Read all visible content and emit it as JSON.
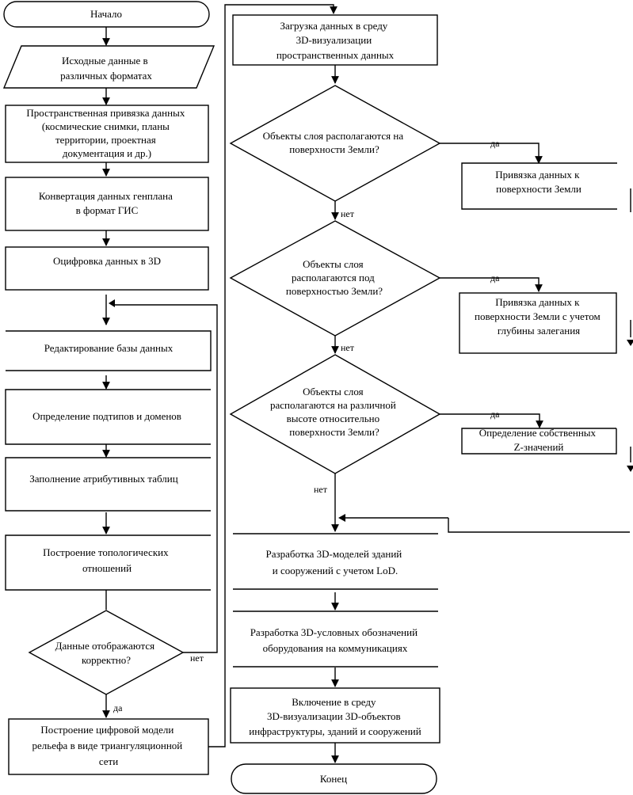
{
  "steps": {
    "start": "Начало",
    "input": [
      "Исходные данные в",
      "различных форматах"
    ],
    "georef": [
      "Пространственная привязка данных",
      "(космические снимки, планы",
      "территории, проектная",
      "документация и др.)"
    ],
    "convert": [
      "Конвертация данных генплана",
      "в формат ГИС"
    ],
    "digitize": "Оцифровка данных в 3D",
    "edit_db": "Редактирование базы данных",
    "subtypes": "Определение подтипов и доменов",
    "attributes": "Заполнение атрибутивных таблиц",
    "topology": [
      "Построение  топологических",
      "отношений"
    ],
    "check": [
      "Данные отображаются",
      "корректно?"
    ],
    "dem": [
      "Построение цифровой модели",
      "рельефа в виде триангуляционной",
      "сети"
    ],
    "load": [
      "Загрузка данных в среду",
      "3D-визуализации",
      "пространственных данных"
    ],
    "q_surface": [
      "Объекты слоя располагаются  на",
      "поверхности Земли?"
    ],
    "bind_surface": [
      "Привязка данных к",
      "поверхности Земли"
    ],
    "q_under": [
      "Объекты слоя",
      "располагаются под",
      "поверхностью Земли?"
    ],
    "bind_depth": [
      "Привязка данных к",
      "поверхности Земли с учетом",
      "глубины залегания"
    ],
    "q_height": [
      "Объекты слоя",
      "располагаются на различной",
      "высоте относительно",
      "поверхности Земли?"
    ],
    "z_values": [
      "Определение собственных",
      "Z-значений"
    ],
    "models": [
      "Разработка 3D-моделей зданий",
      "и сооружений с учетом LoD."
    ],
    "symbols": [
      "Разработка 3D-условных обозначений",
      "оборудования на коммуникациях"
    ],
    "include": [
      "Включение в  среду",
      "3D-визуализации 3D-объектов",
      "инфраструктуры, зданий и сооружений"
    ],
    "end": "Конец"
  },
  "labels": {
    "yes": "да",
    "no": "нет"
  }
}
